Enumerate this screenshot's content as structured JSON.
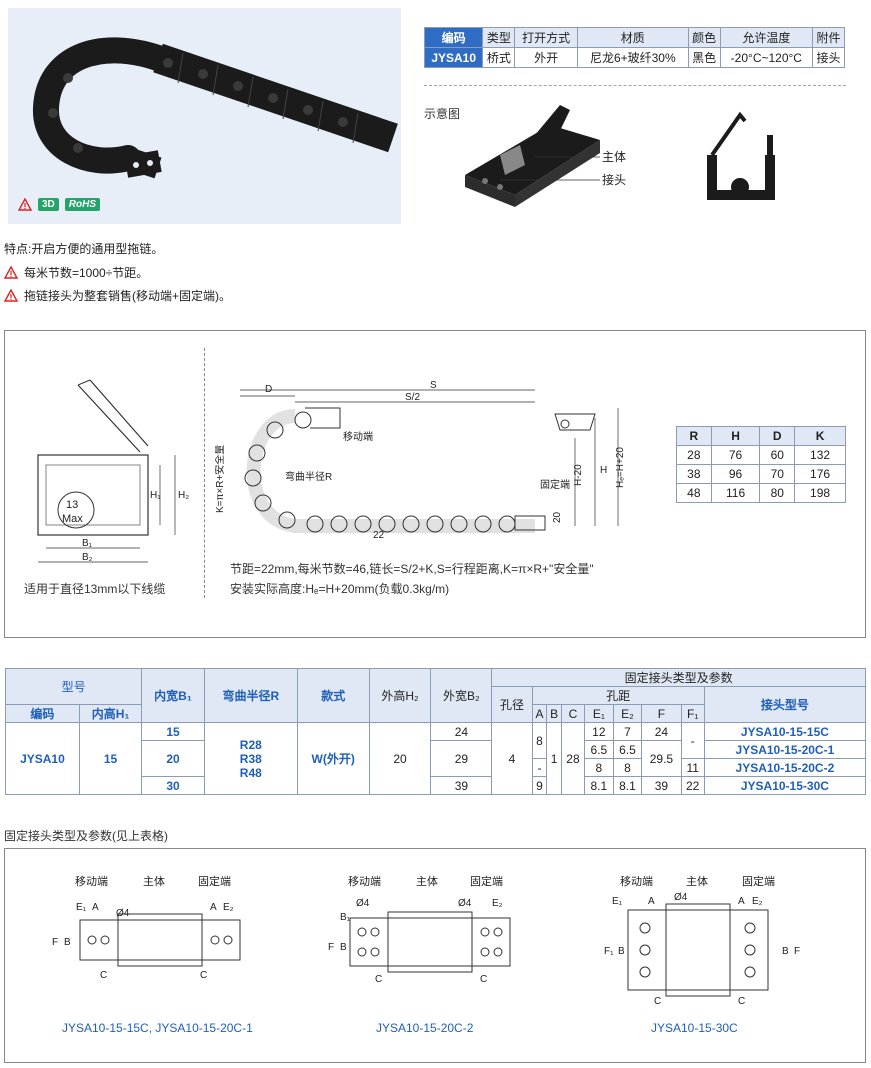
{
  "spec": {
    "headers": [
      "编码",
      "类型",
      "打开方式",
      "材质",
      "颜色",
      "允许温度",
      "附件"
    ],
    "row": [
      "JYSA10",
      "桥式",
      "外开",
      "尼龙6+玻纤30%",
      "黑色",
      "-20°C~120°C",
      "接头"
    ]
  },
  "badges": {
    "threeD": "3D",
    "rohs": "RoHS"
  },
  "diagram": {
    "title": "示意图",
    "body_label": "主体",
    "joint_label": "接头"
  },
  "notes": {
    "feature": "特点:开启方便的通用型拖链。",
    "warn1": "每米节数=1000÷节距。",
    "warn2": "拖链接头为整套销售(移动端+固定端)。"
  },
  "drawing": {
    "cross_caption": "适用于直径13mm以下线缆",
    "b1": "B₁",
    "b2": "B₂",
    "h1": "H₁",
    "h2": "H₂",
    "max13": "13",
    "max": "Max",
    "d": "D",
    "s": "S",
    "s2": "S/2",
    "moving_end": "移动端",
    "bend_radius": "弯曲半径R",
    "fixed_end": "固定端",
    "pitch": "22",
    "safety_label": "K=π×R+安全量",
    "h20": "H-20",
    "h": "H",
    "hf": "Hₑ=H+20",
    "dim20": "20",
    "formula1": "节距=22mm,每米节数=46,链长=S/2+K,S=行程距离,K=π×R+\"安全量\"",
    "formula2": "安装实际高度:Hₑ=H+20mm(负载0.3kg/m)"
  },
  "rhdk": {
    "headers": [
      "R",
      "H",
      "D",
      "K"
    ],
    "rows": [
      [
        "28",
        "76",
        "60",
        "132"
      ],
      [
        "38",
        "96",
        "70",
        "176"
      ],
      [
        "48",
        "116",
        "80",
        "198"
      ]
    ]
  },
  "params": {
    "h_model": "型号",
    "h_code": "编码",
    "h_inner_h1": "内高H₁",
    "h_inner_b1": "内宽B₁",
    "h_radius": "弯曲半径R",
    "h_style": "款式",
    "h_outer_h2": "外高H₂",
    "h_outer_b2": "外宽B₂",
    "h_fixed": "固定接头类型及参数",
    "h_hole": "孔径",
    "h_pitch": "孔距",
    "h_cols": [
      "A",
      "B",
      "C",
      "E₁",
      "E₂",
      "F",
      "F₁"
    ],
    "h_joint": "接头型号",
    "code": "JYSA10",
    "inner_h1": "15",
    "radius": [
      "R28",
      "R38",
      "R48"
    ],
    "style": "W(外开)",
    "outer_h2": "20",
    "hole": "4",
    "b": "1",
    "c": "28",
    "rows": [
      {
        "b1": "15",
        "b2": "24",
        "a": "8",
        "e1": "12",
        "e2": "7",
        "f": "24",
        "f1": "-",
        "joint": "JYSA10-15-15C"
      },
      {
        "b1": "20",
        "b2": "29",
        "a": "",
        "e1": "6.5",
        "e2": "6.5",
        "f": "29.5",
        "f1": "",
        "joint": "JYSA10-15-20C-1"
      },
      {
        "b1": "",
        "b2": "",
        "a": "-",
        "e1": "8",
        "e2": "8",
        "f": "",
        "f1": "11",
        "joint": "JYSA10-15-20C-2"
      },
      {
        "b1": "30",
        "b2": "39",
        "a": "9",
        "e1": "8.1",
        "e2": "8.1",
        "f": "39",
        "f1": "22",
        "joint": "JYSA10-15-30C"
      }
    ]
  },
  "bottom": {
    "title": "固定接头类型及参数(见上表格)",
    "labels": {
      "moving": "移动端",
      "body": "主体",
      "fixed": "固定端"
    },
    "captions": [
      "JYSA10-15-15C, JYSA10-15-20C-1",
      "JYSA10-15-20C-2",
      "JYSA10-15-30C"
    ],
    "dims": {
      "e1": "E₁",
      "a": "A",
      "phi4": "Ø4",
      "e2": "E₂",
      "f": "F",
      "b": "B",
      "c": "C",
      "f1": "F₁",
      "b1": "B₁"
    }
  }
}
